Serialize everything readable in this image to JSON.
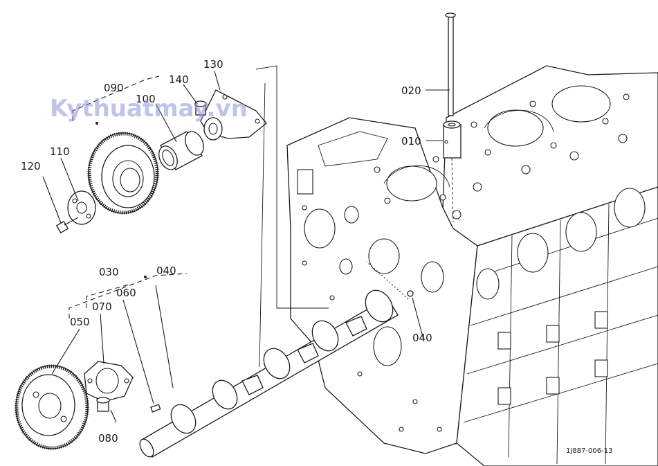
{
  "watermark": "Kythuatmay.vn",
  "drawing_code": "1J887-006-13",
  "callouts": {
    "c010": "010",
    "c020": "020",
    "c030": "030",
    "c040a": "040",
    "c040b": "040",
    "c050": "050",
    "c060": "060",
    "c070": "070",
    "c080": "080",
    "c090": "090",
    "c100": "100",
    "c110": "110",
    "c120": "120",
    "c130": "130",
    "c140": "140"
  }
}
